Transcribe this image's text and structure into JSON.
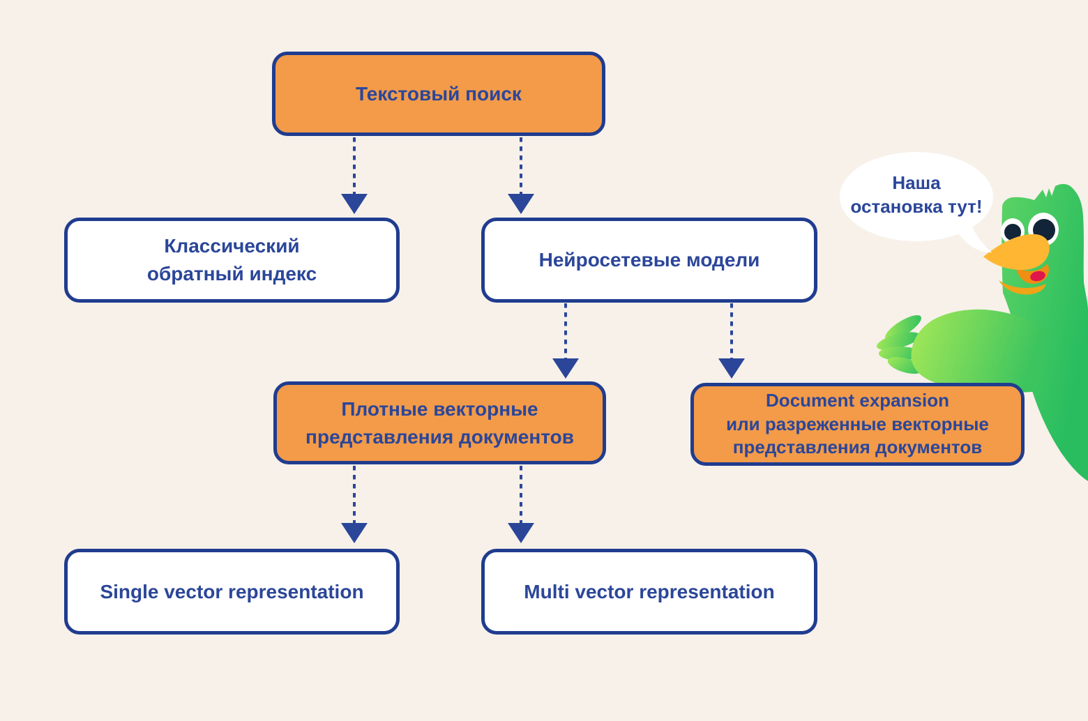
{
  "palette": {
    "background": "#F7F1EA",
    "node_orange": "#F39B49",
    "node_white": "#FFFFFF",
    "outline_navy": "#203C8F",
    "text_navy": "#2B4699",
    "arrow_navy": "#2B4699",
    "mascot_green": "#3FC863",
    "mascot_green_light": "#9FE455",
    "beak_yellow": "#FFB733",
    "beak_shadow": "#F0941C",
    "mouth_orange": "#EF8E12",
    "tongue_red": "#E0174B",
    "eye_navy": "#122438",
    "bubble_white": "#FFFFFF"
  },
  "diagram": {
    "nodes": [
      {
        "id": "text-search",
        "label": "Текстовый поиск",
        "variant": "orange"
      },
      {
        "id": "classic-inverted-index",
        "label": "Классический\nобратный индекс",
        "variant": "white"
      },
      {
        "id": "neural-models",
        "label": "Нейросетевые модели",
        "variant": "white"
      },
      {
        "id": "dense-vector-representations",
        "label": "Плотные векторные\nпредставления документов",
        "variant": "orange"
      },
      {
        "id": "document-expansion",
        "label": "Document expansion\nили разреженные векторные\nпредставления документов",
        "variant": "orange"
      },
      {
        "id": "single-vector-representation",
        "label": "Single vector representation",
        "variant": "white"
      },
      {
        "id": "multi-vector-representation",
        "label": "Multi vector representation",
        "variant": "white"
      }
    ],
    "edges": [
      {
        "from": "text-search",
        "to": "classic-inverted-index"
      },
      {
        "from": "text-search",
        "to": "neural-models"
      },
      {
        "from": "neural-models",
        "to": "dense-vector-representations"
      },
      {
        "from": "neural-models",
        "to": "document-expansion"
      },
      {
        "from": "dense-vector-representations",
        "to": "single-vector-representation"
      },
      {
        "from": "dense-vector-representations",
        "to": "multi-vector-representation"
      }
    ]
  },
  "mascot": {
    "name": "green-duck-mascot",
    "speech_bubble": "Наша\nостановка тут!"
  }
}
